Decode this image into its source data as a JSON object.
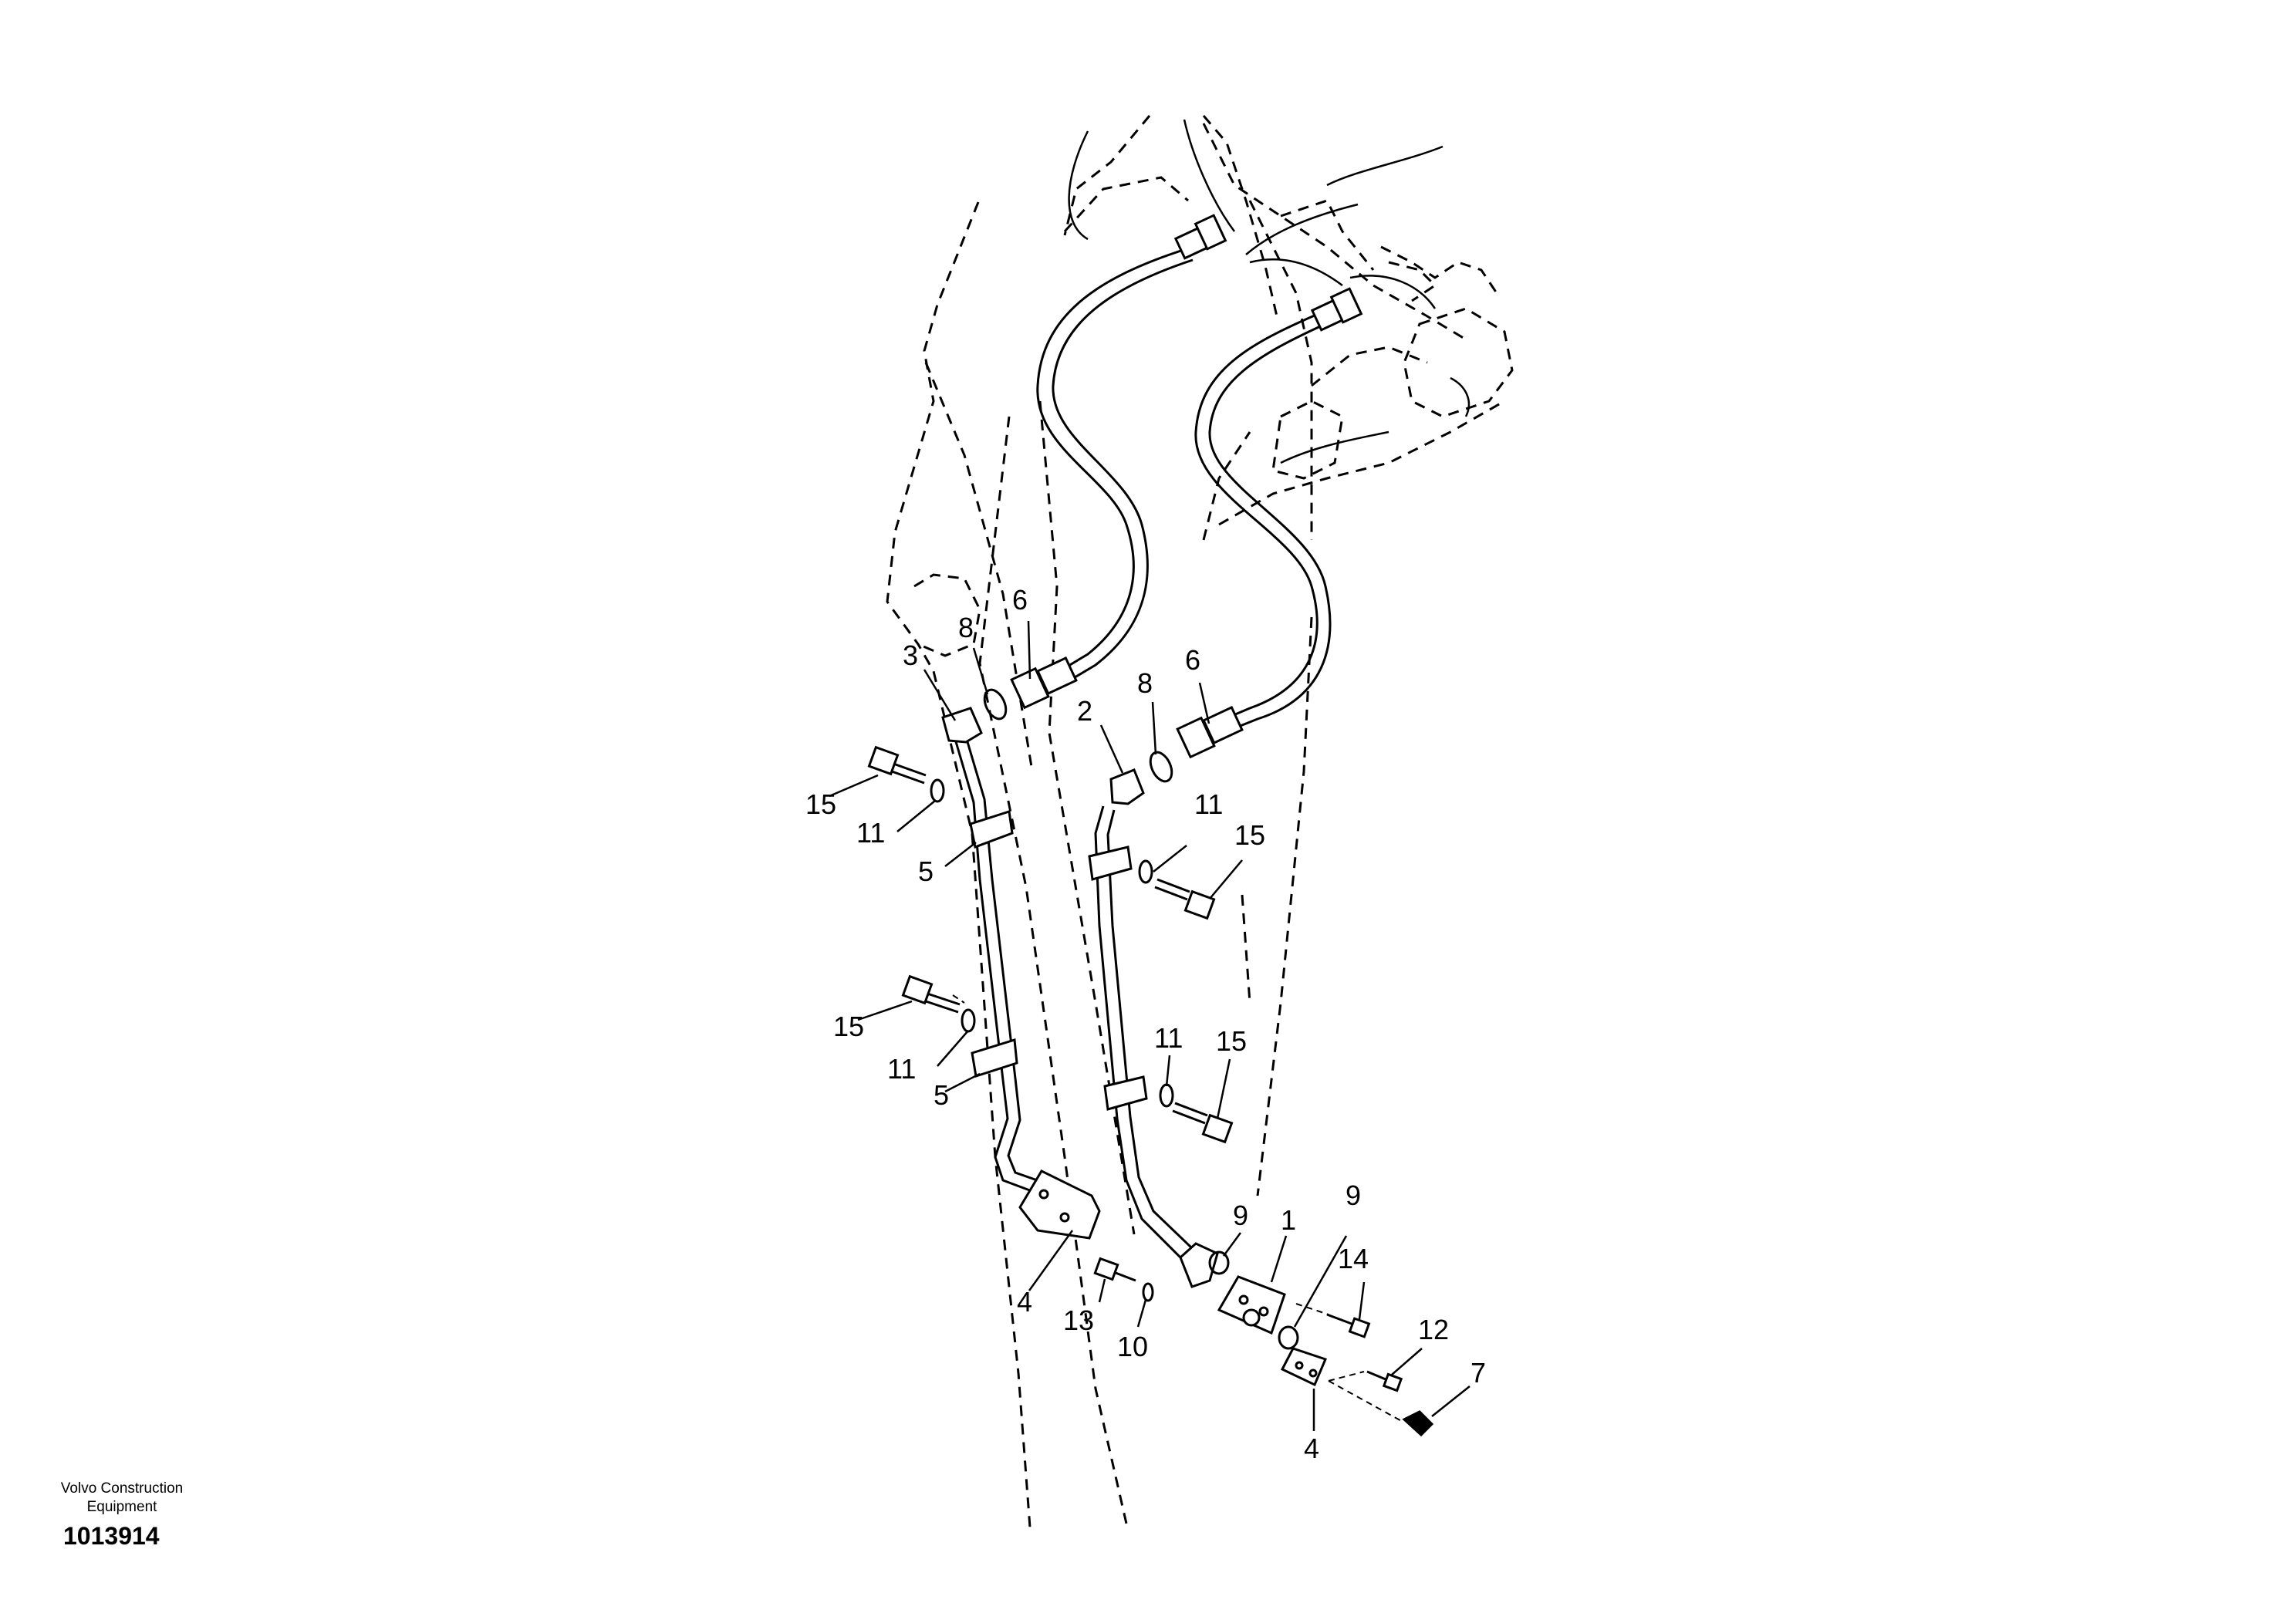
{
  "footer": {
    "company_line1": "Volvo Construction",
    "company_line2": "Equipment",
    "drawing_number": "1013914"
  },
  "callouts": [
    {
      "id": "c-3",
      "text": "3"
    },
    {
      "id": "c-8-left",
      "text": "8"
    },
    {
      "id": "c-6-left",
      "text": "6"
    },
    {
      "id": "c-2",
      "text": "2"
    },
    {
      "id": "c-8-right",
      "text": "8"
    },
    {
      "id": "c-6-right",
      "text": "6"
    },
    {
      "id": "c-15-a",
      "text": "15"
    },
    {
      "id": "c-11-a",
      "text": "11"
    },
    {
      "id": "c-5-a",
      "text": "5"
    },
    {
      "id": "c-11-b",
      "text": "11"
    },
    {
      "id": "c-15-b",
      "text": "15"
    },
    {
      "id": "c-15-c",
      "text": "15"
    },
    {
      "id": "c-11-c",
      "text": "11"
    },
    {
      "id": "c-5-b",
      "text": "5"
    },
    {
      "id": "c-11-d",
      "text": "11"
    },
    {
      "id": "c-15-d",
      "text": "15"
    },
    {
      "id": "c-9-a",
      "text": "9"
    },
    {
      "id": "c-1",
      "text": "1"
    },
    {
      "id": "c-9-b",
      "text": "9"
    },
    {
      "id": "c-14",
      "text": "14"
    },
    {
      "id": "c-4-a",
      "text": "4"
    },
    {
      "id": "c-13",
      "text": "13"
    },
    {
      "id": "c-10",
      "text": "10"
    },
    {
      "id": "c-12",
      "text": "12"
    },
    {
      "id": "c-7",
      "text": "7"
    },
    {
      "id": "c-4-b",
      "text": "4"
    }
  ]
}
